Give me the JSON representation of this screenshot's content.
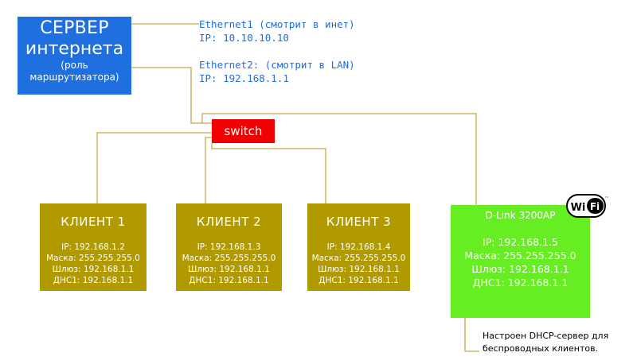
{
  "server": {
    "line1": "СЕРВЕР",
    "line2": "интернета",
    "line3": "(роль",
    "line4": "маршрутизатора)"
  },
  "eth1": {
    "name": "Ethernet1 (смотрит в инет)",
    "ip": "IP: 10.10.10.10"
  },
  "eth2": {
    "name": "Ethernet2: (смотрит в LAN)",
    "ip": "IP: 192.168.1.1"
  },
  "switch": {
    "label": "switch"
  },
  "clients": [
    {
      "title": "КЛИЕНТ 1",
      "ip": "IP: 192.168.1.2",
      "mask": "Маска: 255.255.255.0",
      "gw": "Шлюз: 192.168.1.1",
      "dns": "ДНС1: 192.168.1.1"
    },
    {
      "title": "КЛИЕНТ 2",
      "ip": "IP: 192.168.1.3",
      "mask": "Маска: 255.255.255.0",
      "gw": "Шлюз: 192.168.1.1",
      "dns": "ДНС1: 192.168.1.1"
    },
    {
      "title": "КЛИЕНТ 3",
      "ip": "IP: 192.168.1.4",
      "mask": "Маска: 255.255.255.0",
      "gw": "Шлюз: 192.168.1.1",
      "dns": "ДНС1: 192.168.1.1"
    }
  ],
  "dlink": {
    "title": "D-Link 3200AP",
    "ip": "IP: 192.168.1.5",
    "mask": "Маска: 255.255.255.0",
    "gw": "Шлюз: 192.168.1.1",
    "dns": "ДНС1: 192.168.1.1"
  },
  "wifi": {
    "label": "Wi",
    "label2": "Fi",
    "tm": "™"
  },
  "note": {
    "line1": "Настроен DHCP-сервер для",
    "line2": "беспроводных клиентов."
  },
  "colors": {
    "server": "#1f6fe0",
    "switch": "#f00000",
    "client": "#b09a00",
    "dlink": "#66ee22",
    "wire": "#c8a94a",
    "label": "#1f6fe0"
  }
}
